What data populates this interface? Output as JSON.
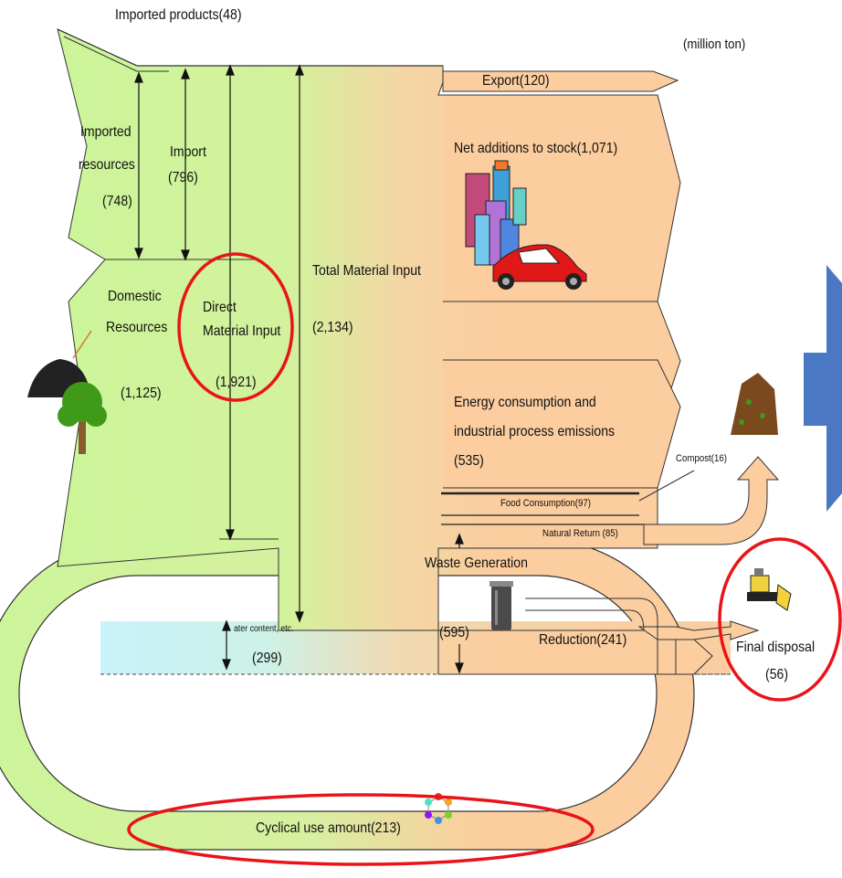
{
  "units": "(million ton)",
  "flows": {
    "imported_products": "Imported products(48)",
    "imported_resources_l1": "Imported",
    "imported_resources_l2": "resources",
    "imported_resources_val": "(748)",
    "import_label": "Import",
    "import_val": "(796)",
    "domestic_l1": "Domestic",
    "domestic_l2": "Resources",
    "domestic_val": "(1,125)",
    "dmi_l1": "Direct",
    "dmi_l2": "Material Input",
    "dmi_val": "(1,921)",
    "tmi_label": "Total Material Input",
    "tmi_val": "(2,134)",
    "export": "Export(120)",
    "net_additions": "Net additions to stock(1,071)",
    "energy_l1": "Energy consumption and",
    "energy_l2": "industrial process emissions",
    "energy_val": "(535)",
    "compost": "Compost(16)",
    "food": "Food Consumption(97)",
    "natural_return": "Natural Return (85)",
    "waste_generation": "Waste Generation",
    "waste_val": "(595)",
    "reduction": "Reduction(241)",
    "final_disposal": "Final disposal",
    "final_disposal_val": "(56)",
    "water_content": "ater content, etc.",
    "water_val": "(299)",
    "cyclical": "Cyclical use amount(213)"
  },
  "colors": {
    "input_green": "#ccf59a",
    "output_peach": "#fbcd9f",
    "water_blue": "#c9f2fa",
    "highlight_red": "#e8141a",
    "blue_arrow": "#4a78c2"
  },
  "icons": [
    "buildings-icon",
    "car-icon",
    "coal-pile-icon",
    "tree-icon",
    "compost-icon",
    "trash-can-icon",
    "bulldozer-icon",
    "recycle-icon",
    "blue-arrow-icon"
  ]
}
